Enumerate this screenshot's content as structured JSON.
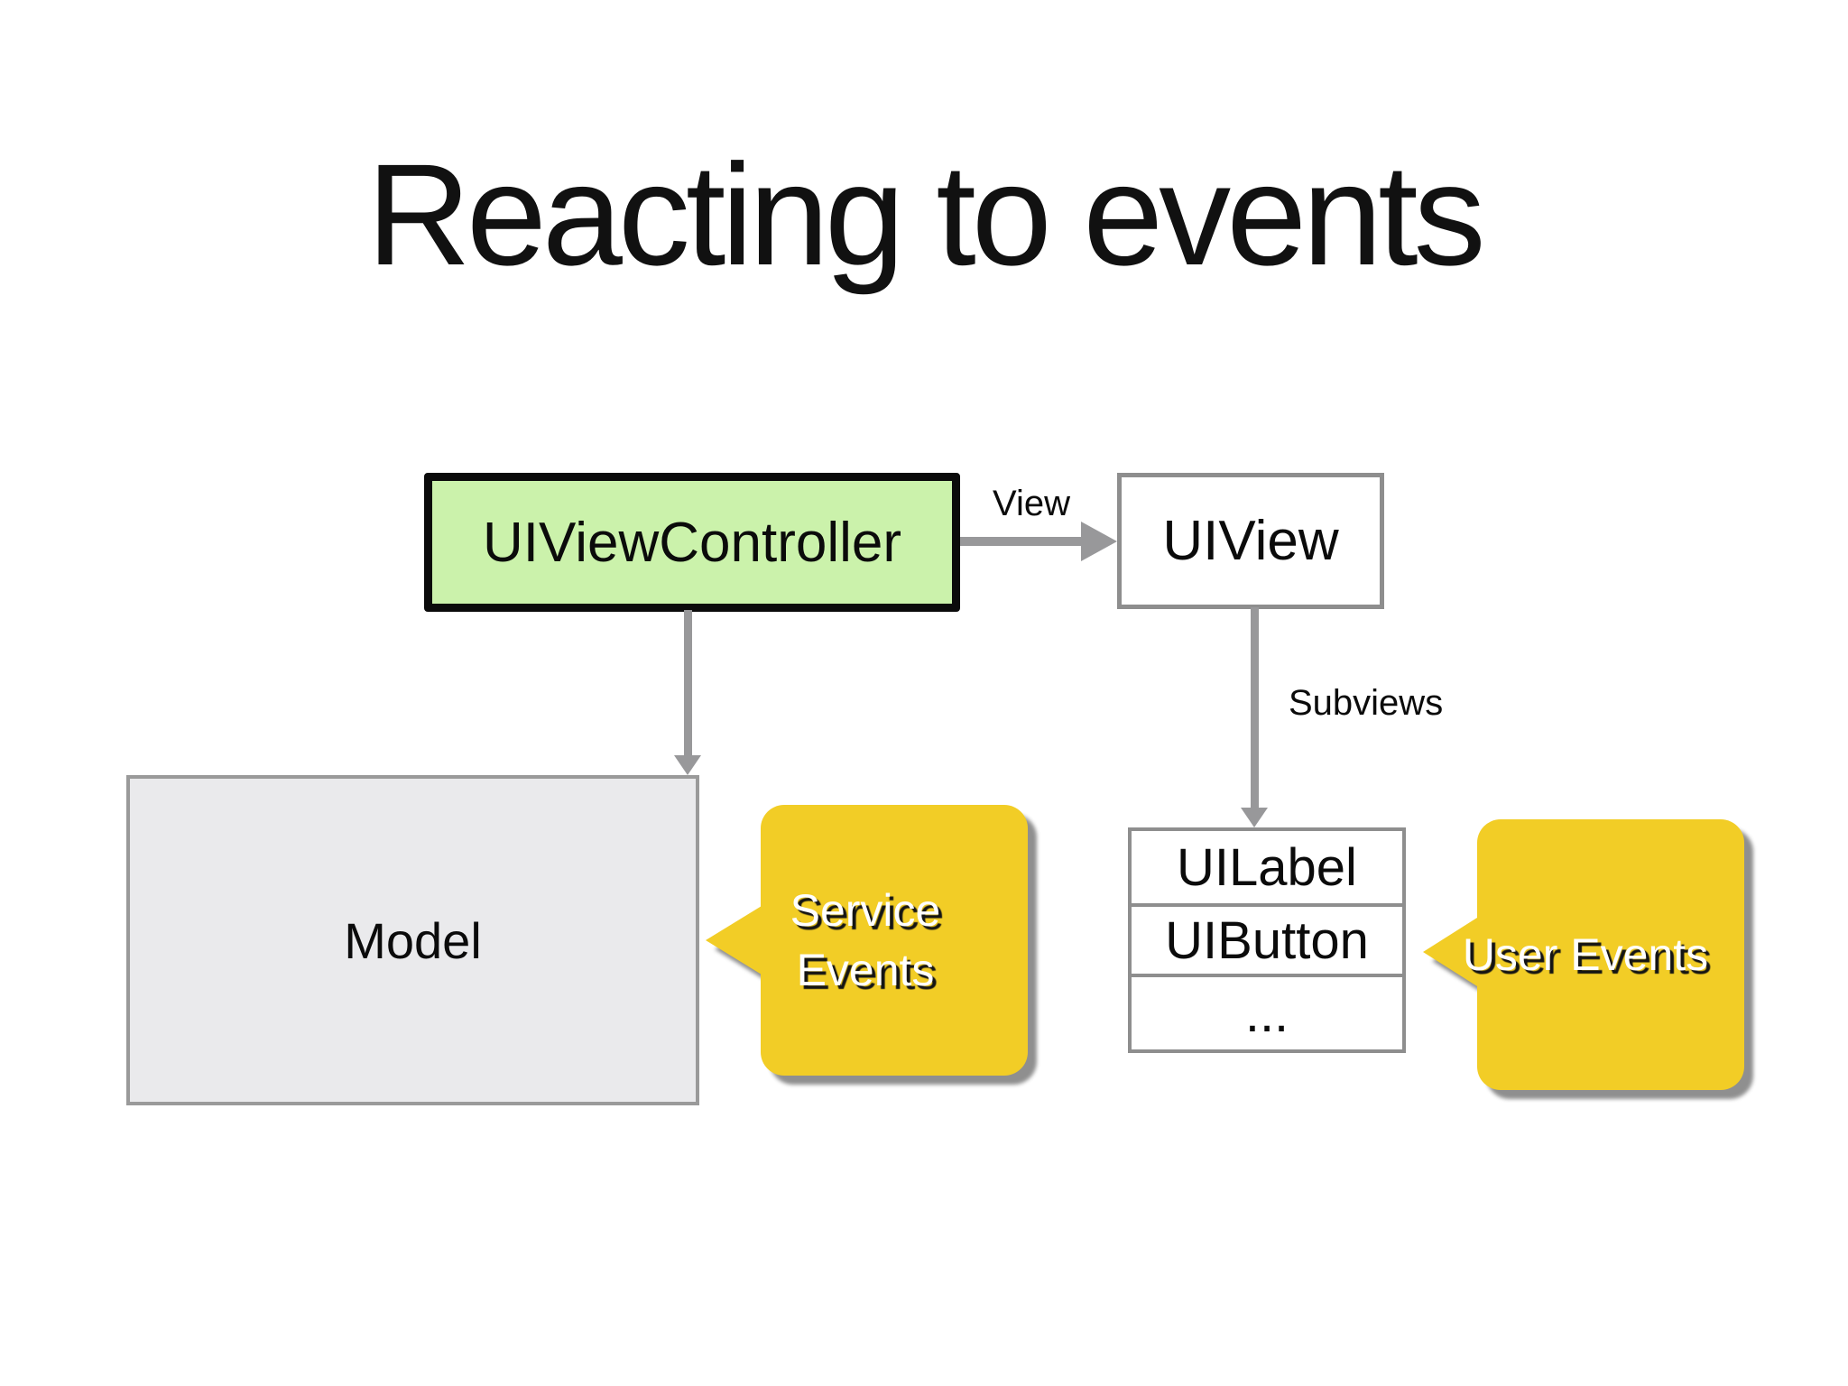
{
  "slide": {
    "title": "Reacting to events"
  },
  "boxes": {
    "view_controller": {
      "label": "UIViewController"
    },
    "view": {
      "label": "UIView"
    },
    "model": {
      "label": "Model"
    }
  },
  "connectors": {
    "view_edge_label": "View",
    "subviews_edge_label": "Subviews"
  },
  "subview_list": {
    "rows": [
      {
        "label": "UILabel"
      },
      {
        "label": "UIButton"
      },
      {
        "label": "..."
      }
    ]
  },
  "callouts": {
    "service": {
      "line1": "Service",
      "line2": "Events"
    },
    "user": {
      "label": "User Events"
    }
  },
  "colors": {
    "background": "#ffffff",
    "title_text": "#111111",
    "box_text": "#0b0b0b",
    "green_fill": "#cbf2ab",
    "green_border": "#0b0b0b",
    "gray_line": "#98989a",
    "gray_border": "#8e8e8e",
    "model_fill": "#eaeaec",
    "model_border": "#9a9a9a",
    "yellow_fill": "#f2cd26",
    "callout_text": "#ffffff",
    "callout_text_shadow": "#141414",
    "callout_shadow": "#8f8f8f"
  }
}
